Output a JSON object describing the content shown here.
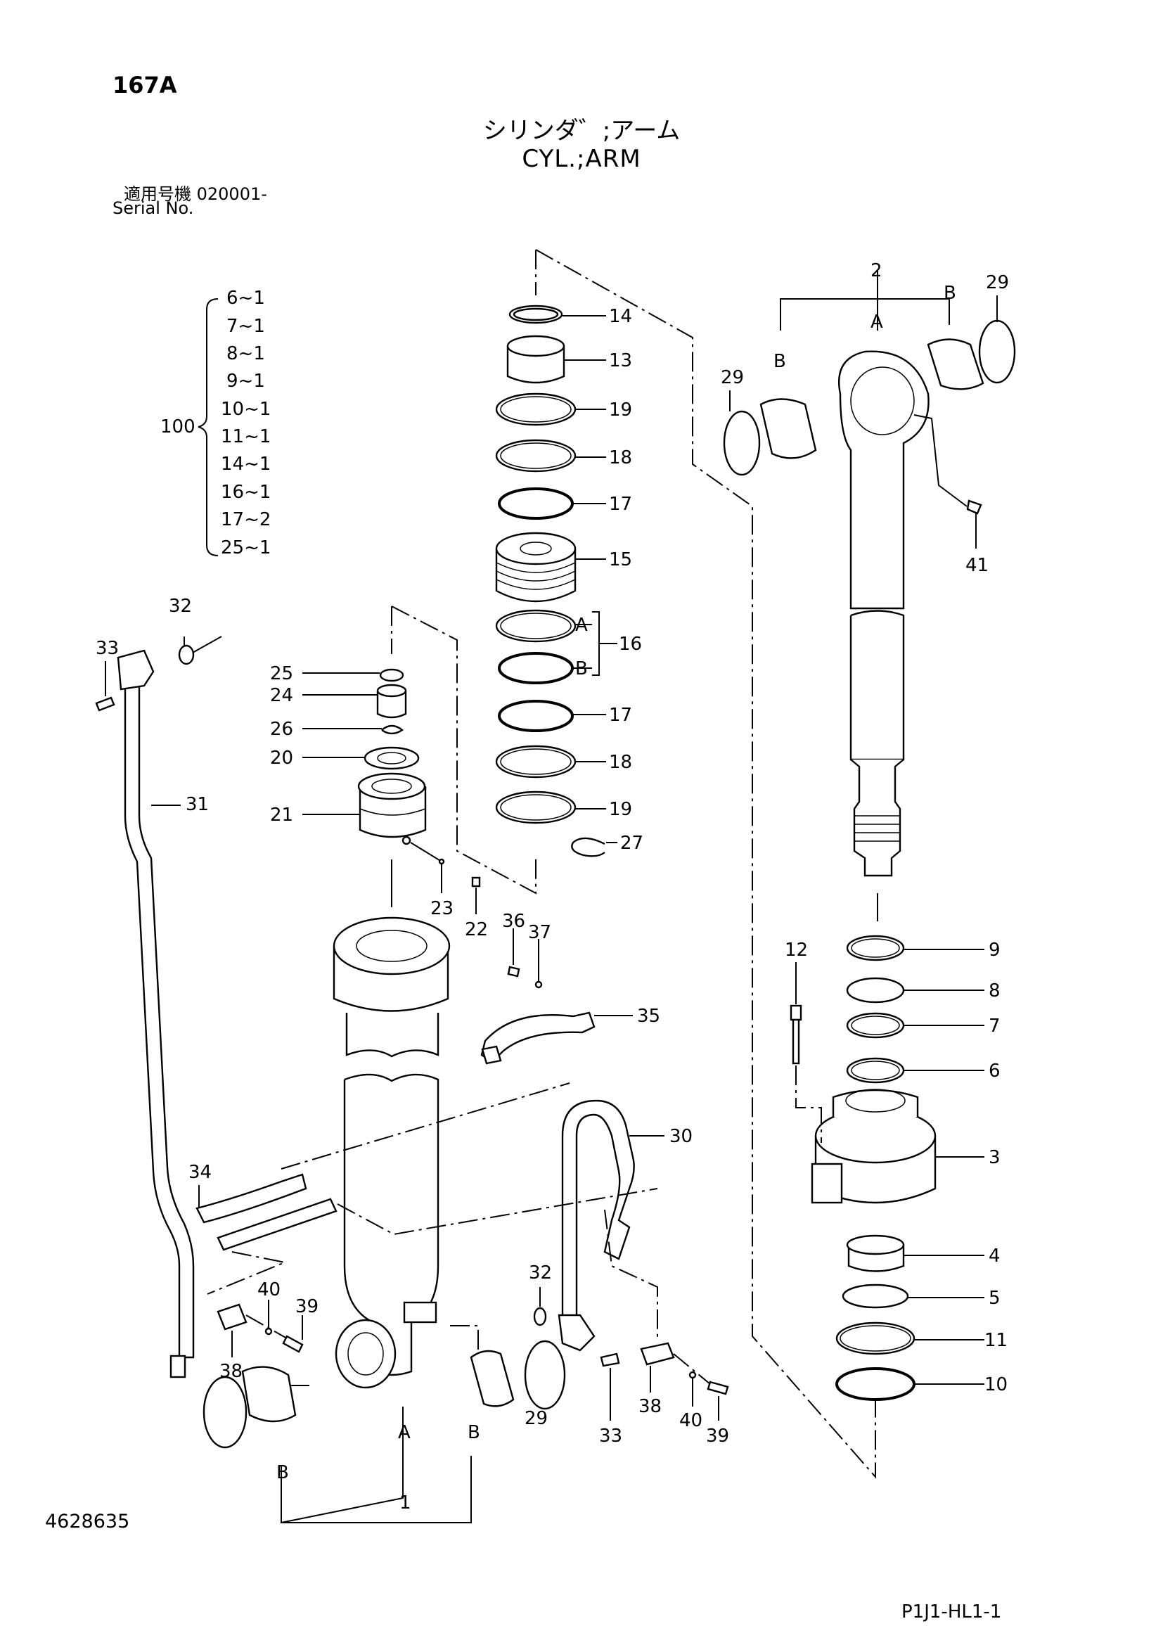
{
  "header": {
    "page_id": "167A",
    "title_jp": "シリンダ゛;アーム",
    "title_en": "CYL.;ARM",
    "serial_jp": "適用号機  020001-",
    "serial_en": "Serial No."
  },
  "kit": {
    "label": "100",
    "items": [
      "6~1",
      "7~1",
      "8~1",
      "9~1",
      "10~1",
      "11~1",
      "14~1",
      "16~1",
      "17~2",
      "25~1"
    ]
  },
  "callouts": {
    "c1": "1",
    "c2": "2",
    "c3": "3",
    "c4": "4",
    "c5": "5",
    "c6": "6",
    "c7": "7",
    "c8": "8",
    "c9": "9",
    "c10": "10",
    "c11": "11",
    "c12": "12",
    "c13": "13",
    "c14": "14",
    "c15": "15",
    "c16": "16",
    "c17a": "17",
    "c17b": "17",
    "c18a": "18",
    "c18b": "18",
    "c19a": "19",
    "c19b": "19",
    "c20": "20",
    "c21": "21",
    "c22": "22",
    "c23": "23",
    "c24": "24",
    "c25": "25",
    "c26": "26",
    "c27": "27",
    "c29a": "29",
    "c29b": "29",
    "c29c": "29",
    "c30": "30",
    "c31": "31",
    "c32a": "32",
    "c32b": "32",
    "c33a": "33",
    "c33b": "33",
    "c34": "34",
    "c35": "35",
    "c36": "36",
    "c37": "37",
    "c38a": "38",
    "c38b": "38",
    "c39a": "39",
    "c39b": "39",
    "c40a": "40",
    "c40b": "40",
    "c41": "41",
    "subA_16": "A",
    "subB_16": "B",
    "subA_rod": "A",
    "subB_rod1": "B",
    "subB_rod2": "B",
    "subA_tube": "A",
    "subB_tube1": "B",
    "subB_tube2": "B"
  },
  "footer": {
    "drawing_no": "4628635",
    "page_code": "P1J1-HL1-1"
  }
}
